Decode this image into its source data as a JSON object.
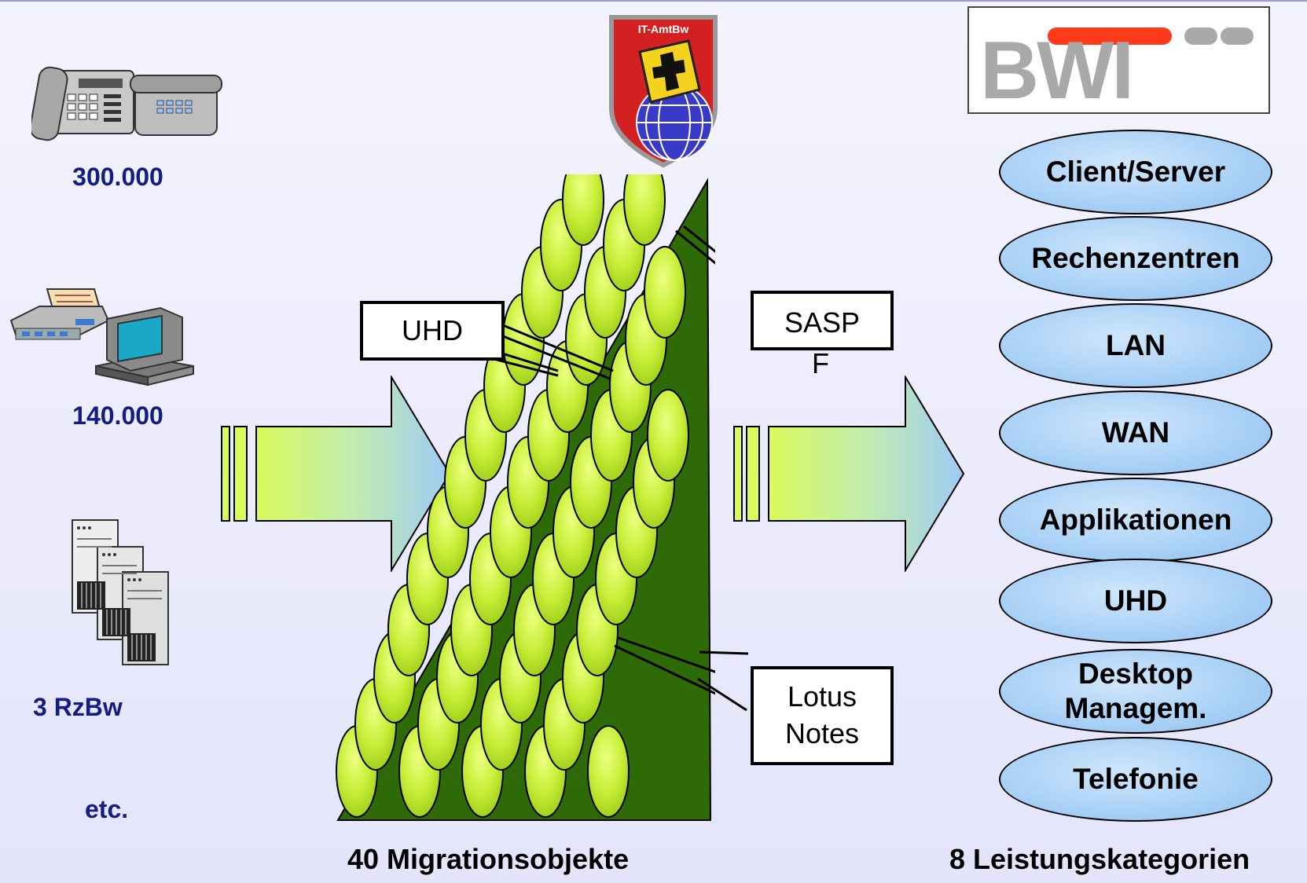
{
  "left_sources": [
    {
      "icon": "telephone-icon",
      "count": "300.000"
    },
    {
      "icon": "fax-computer-icon",
      "count": "140.000"
    },
    {
      "icon": "server-towers-icon",
      "count": "3 RzBw"
    },
    {
      "count": "etc."
    }
  ],
  "crest": {
    "label": "IT-AmtBw",
    "icon": "it-amtbw-crest-icon"
  },
  "logo": {
    "text": "BWI",
    "red": "#ff3a1a",
    "gray": "#a9a9a9"
  },
  "callouts": {
    "uhd": "UHD",
    "sasp_line1": "SASP",
    "sasp_line2": "F",
    "lotus_line1": "Lotus",
    "lotus_line2": "Notes"
  },
  "categories": [
    {
      "label": "Client/Server"
    },
    {
      "label": "Rechenzentren"
    },
    {
      "label": "LAN"
    },
    {
      "label": "WAN"
    },
    {
      "label": "Applikationen"
    },
    {
      "label": "UHD"
    },
    {
      "label_line1": "Desktop",
      "label_line2": "Managem."
    },
    {
      "label": "Telefonie"
    }
  ],
  "footer": {
    "migration": "40 Migrationsobjekte",
    "categories": "8 Leistungskategorien"
  },
  "colors": {
    "heading_navy": "#141c82",
    "ellipse_blue": "#a8d0f6",
    "egg_green": "#c3ec38",
    "dark_green": "#2e6a08"
  }
}
